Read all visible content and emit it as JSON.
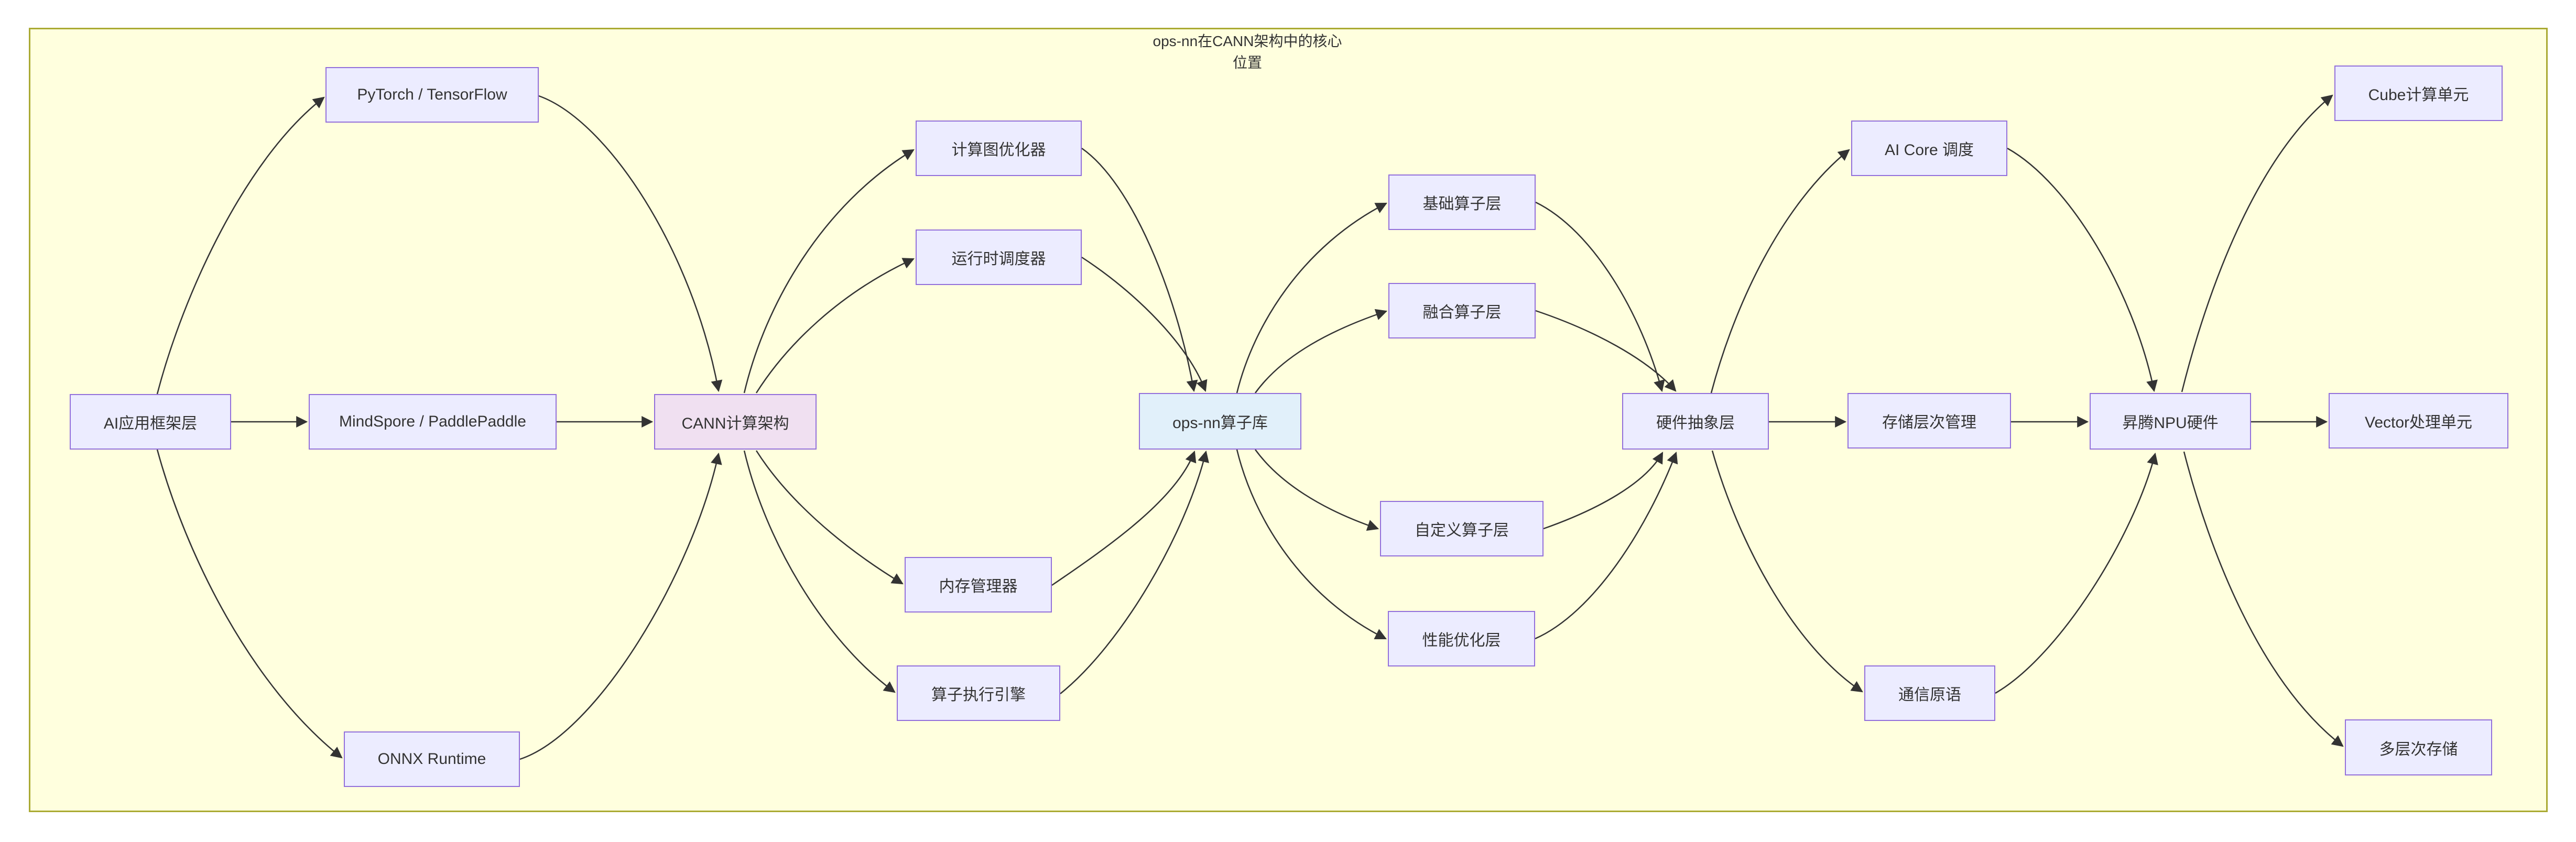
{
  "title": {
    "line1": "ops-nn在CANN架构中的核心",
    "line2": "位置"
  },
  "diagram": {
    "background": "#ffffde",
    "frame_color": "#aaaa33",
    "node_fill": "#ececff",
    "node_border": "#9370db",
    "cann_fill": "#f0e0f1",
    "opsnn_fill": "#e1f0fa",
    "edge_color": "#333333",
    "text_color": "#333333"
  },
  "nodes": {
    "ai_framework": {
      "label": "AI应用框架层"
    },
    "pytorch": {
      "label": "PyTorch / TensorFlow"
    },
    "mindspore": {
      "label": "MindSpore / PaddlePaddle"
    },
    "onnx": {
      "label": "ONNX Runtime"
    },
    "cann": {
      "label": "CANN计算架构"
    },
    "graph_optimizer": {
      "label": "计算图优化器"
    },
    "runtime_scheduler": {
      "label": "运行时调度器"
    },
    "memory_manager": {
      "label": "内存管理器"
    },
    "op_exec_engine": {
      "label": "算子执行引擎"
    },
    "opsnn": {
      "label": "ops-nn算子库"
    },
    "basic_ops": {
      "label": "基础算子层"
    },
    "fused_ops": {
      "label": "融合算子层"
    },
    "custom_ops": {
      "label": "自定义算子层"
    },
    "perf_opt": {
      "label": "性能优化层"
    },
    "hal": {
      "label": "硬件抽象层"
    },
    "ai_core_sched": {
      "label": "AI Core 调度"
    },
    "storage_mgmt": {
      "label": "存储层次管理"
    },
    "comm_primitives": {
      "label": "通信原语"
    },
    "npu": {
      "label": "昇腾NPU硬件"
    },
    "cube_unit": {
      "label": "Cube计算单元"
    },
    "vector_unit": {
      "label": "Vector处理单元"
    },
    "multi_storage": {
      "label": "多层次存储"
    }
  },
  "edges": [
    {
      "from": "ai_framework",
      "to": "pytorch"
    },
    {
      "from": "ai_framework",
      "to": "mindspore"
    },
    {
      "from": "ai_framework",
      "to": "onnx"
    },
    {
      "from": "pytorch",
      "to": "cann"
    },
    {
      "from": "mindspore",
      "to": "cann"
    },
    {
      "from": "onnx",
      "to": "cann"
    },
    {
      "from": "cann",
      "to": "graph_optimizer"
    },
    {
      "from": "cann",
      "to": "runtime_scheduler"
    },
    {
      "from": "cann",
      "to": "memory_manager"
    },
    {
      "from": "cann",
      "to": "op_exec_engine"
    },
    {
      "from": "graph_optimizer",
      "to": "opsnn"
    },
    {
      "from": "runtime_scheduler",
      "to": "opsnn"
    },
    {
      "from": "memory_manager",
      "to": "opsnn"
    },
    {
      "from": "op_exec_engine",
      "to": "opsnn"
    },
    {
      "from": "opsnn",
      "to": "basic_ops"
    },
    {
      "from": "opsnn",
      "to": "fused_ops"
    },
    {
      "from": "opsnn",
      "to": "custom_ops"
    },
    {
      "from": "opsnn",
      "to": "perf_opt"
    },
    {
      "from": "basic_ops",
      "to": "hal"
    },
    {
      "from": "fused_ops",
      "to": "hal"
    },
    {
      "from": "custom_ops",
      "to": "hal"
    },
    {
      "from": "perf_opt",
      "to": "hal"
    },
    {
      "from": "hal",
      "to": "ai_core_sched"
    },
    {
      "from": "hal",
      "to": "storage_mgmt"
    },
    {
      "from": "hal",
      "to": "comm_primitives"
    },
    {
      "from": "ai_core_sched",
      "to": "npu"
    },
    {
      "from": "storage_mgmt",
      "to": "npu"
    },
    {
      "from": "comm_primitives",
      "to": "npu"
    },
    {
      "from": "npu",
      "to": "cube_unit"
    },
    {
      "from": "npu",
      "to": "vector_unit"
    },
    {
      "from": "npu",
      "to": "multi_storage"
    }
  ]
}
